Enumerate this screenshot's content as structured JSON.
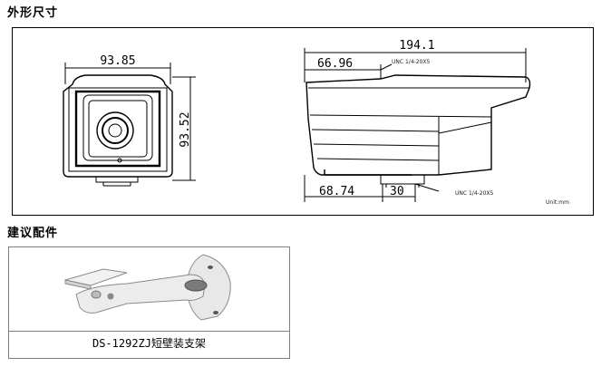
{
  "section_dimensions": {
    "title": "外形尺寸"
  },
  "front_view": {
    "width_label": "93.85",
    "height_label": "93.52"
  },
  "side_view": {
    "length_label": "194.1",
    "top_offset_label": "66.96",
    "top_thread_note": "UNC 1/4-20X5",
    "bottom_offset_label": "68.74",
    "bottom_width_label": "30",
    "bottom_thread_note": "UNC 1/4-20X5",
    "unit_note": "Unit:mm"
  },
  "section_accessories": {
    "title": "建议配件"
  },
  "accessory": {
    "caption": "DS-1292ZJ短壁装支架"
  },
  "colors": {
    "line": "#000000",
    "frame": "#7f7f7f",
    "bracket": "#e6e6e6"
  }
}
